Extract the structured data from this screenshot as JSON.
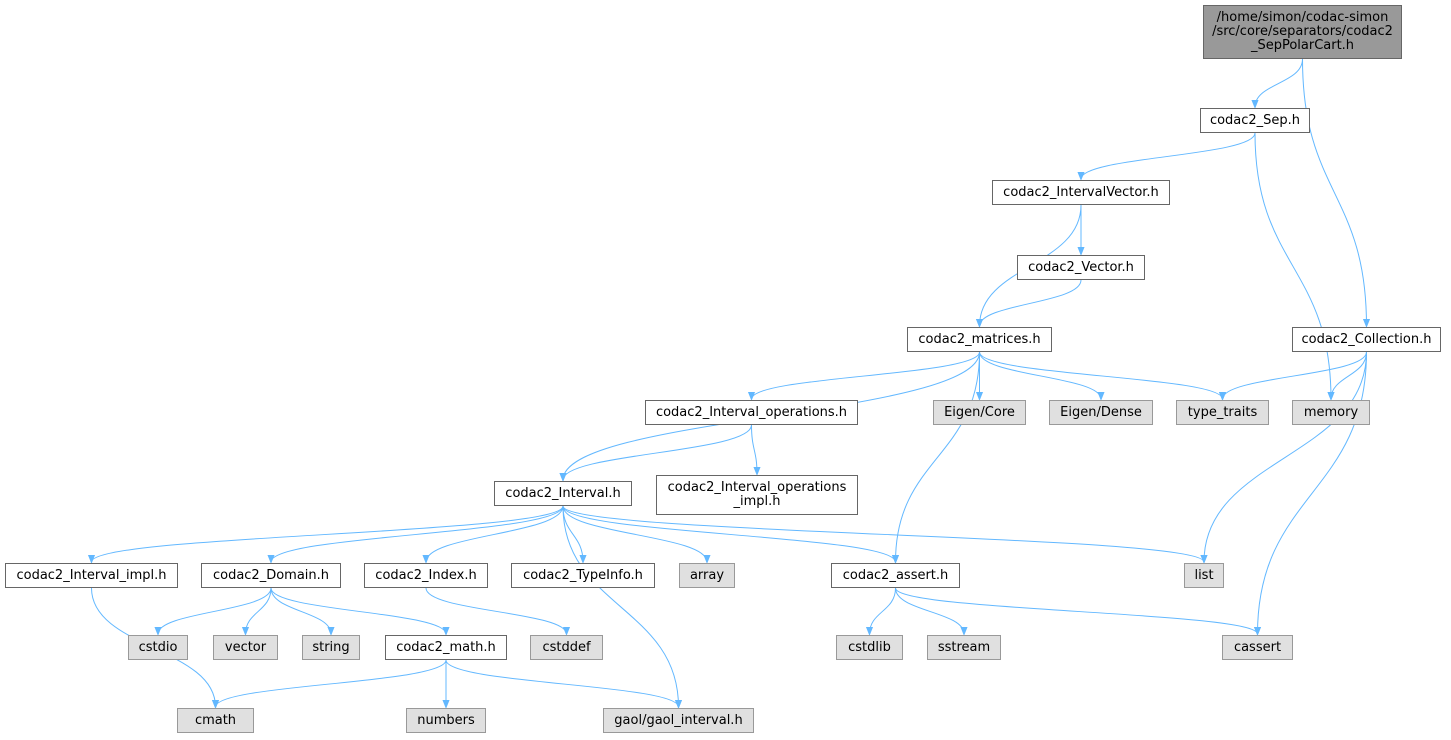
{
  "colors": {
    "edge": "#63b8ff",
    "node_border": "#666666",
    "system_fill": "#e0e0e0",
    "root_fill": "#999999"
  },
  "nodes": [
    {
      "id": "root",
      "kind": "root",
      "lines": [
        "/home/simon/codac-simon",
        "/src/core/separators/codac2",
        "_SepPolarCart.h"
      ]
    },
    {
      "id": "sep",
      "kind": "file",
      "lines": [
        "codac2_Sep.h"
      ]
    },
    {
      "id": "ivec",
      "kind": "file",
      "lines": [
        "codac2_IntervalVector.h"
      ]
    },
    {
      "id": "vec",
      "kind": "file",
      "lines": [
        "codac2_Vector.h"
      ]
    },
    {
      "id": "mat",
      "kind": "file",
      "lines": [
        "codac2_matrices.h"
      ]
    },
    {
      "id": "coll",
      "kind": "file",
      "lines": [
        "codac2_Collection.h"
      ]
    },
    {
      "id": "iops",
      "kind": "file",
      "lines": [
        "codac2_Interval_operations.h"
      ]
    },
    {
      "id": "eigcore",
      "kind": "system",
      "lines": [
        "Eigen/Core"
      ]
    },
    {
      "id": "eigdense",
      "kind": "system",
      "lines": [
        "Eigen/Dense"
      ]
    },
    {
      "id": "tt",
      "kind": "system",
      "lines": [
        "type_traits"
      ]
    },
    {
      "id": "memory",
      "kind": "system",
      "lines": [
        "memory"
      ]
    },
    {
      "id": "interval",
      "kind": "file",
      "lines": [
        "codac2_Interval.h"
      ]
    },
    {
      "id": "iopsimpl",
      "kind": "file",
      "lines": [
        "codac2_Interval_operations",
        "_impl.h"
      ]
    },
    {
      "id": "iimpl",
      "kind": "file",
      "lines": [
        "codac2_Interval_impl.h"
      ]
    },
    {
      "id": "domain",
      "kind": "file",
      "lines": [
        "codac2_Domain.h"
      ]
    },
    {
      "id": "index",
      "kind": "file",
      "lines": [
        "codac2_Index.h"
      ]
    },
    {
      "id": "typeinfo",
      "kind": "file",
      "lines": [
        "codac2_TypeInfo.h"
      ]
    },
    {
      "id": "array",
      "kind": "system",
      "lines": [
        "array"
      ]
    },
    {
      "id": "assert",
      "kind": "file",
      "lines": [
        "codac2_assert.h"
      ]
    },
    {
      "id": "list",
      "kind": "system",
      "lines": [
        "list"
      ]
    },
    {
      "id": "cstdio",
      "kind": "system",
      "lines": [
        "cstdio"
      ]
    },
    {
      "id": "vector",
      "kind": "system",
      "lines": [
        "vector"
      ]
    },
    {
      "id": "string",
      "kind": "system",
      "lines": [
        "string"
      ]
    },
    {
      "id": "math",
      "kind": "file",
      "lines": [
        "codac2_math.h"
      ]
    },
    {
      "id": "cstddef",
      "kind": "system",
      "lines": [
        "cstddef"
      ]
    },
    {
      "id": "cstdlib",
      "kind": "system",
      "lines": [
        "cstdlib"
      ]
    },
    {
      "id": "sstream",
      "kind": "system",
      "lines": [
        "sstream"
      ]
    },
    {
      "id": "cassert",
      "kind": "system",
      "lines": [
        "cassert"
      ]
    },
    {
      "id": "cmath",
      "kind": "system",
      "lines": [
        "cmath"
      ]
    },
    {
      "id": "numbers",
      "kind": "system",
      "lines": [
        "numbers"
      ]
    },
    {
      "id": "gaol",
      "kind": "system",
      "lines": [
        "gaol/gaol_interval.h"
      ]
    }
  ],
  "edges": [
    [
      "root",
      "sep"
    ],
    [
      "root",
      "coll"
    ],
    [
      "sep",
      "ivec"
    ],
    [
      "sep",
      "memory"
    ],
    [
      "ivec",
      "mat"
    ],
    [
      "ivec",
      "vec"
    ],
    [
      "vec",
      "mat"
    ],
    [
      "mat",
      "interval"
    ],
    [
      "mat",
      "iops"
    ],
    [
      "mat",
      "assert"
    ],
    [
      "mat",
      "eigcore"
    ],
    [
      "mat",
      "eigdense"
    ],
    [
      "mat",
      "tt"
    ],
    [
      "coll",
      "tt"
    ],
    [
      "coll",
      "memory"
    ],
    [
      "coll",
      "list"
    ],
    [
      "coll",
      "cassert"
    ],
    [
      "iops",
      "interval"
    ],
    [
      "iops",
      "iopsimpl"
    ],
    [
      "interval",
      "iimpl"
    ],
    [
      "interval",
      "domain"
    ],
    [
      "interval",
      "index"
    ],
    [
      "interval",
      "typeinfo"
    ],
    [
      "interval",
      "array"
    ],
    [
      "interval",
      "gaol"
    ],
    [
      "interval",
      "assert"
    ],
    [
      "interval",
      "list"
    ],
    [
      "iimpl",
      "cmath"
    ],
    [
      "domain",
      "cstdio"
    ],
    [
      "domain",
      "vector"
    ],
    [
      "domain",
      "string"
    ],
    [
      "domain",
      "math"
    ],
    [
      "index",
      "cstddef"
    ],
    [
      "math",
      "cmath"
    ],
    [
      "math",
      "numbers"
    ],
    [
      "math",
      "gaol"
    ],
    [
      "assert",
      "cstdlib"
    ],
    [
      "assert",
      "sstream"
    ],
    [
      "assert",
      "cassert"
    ]
  ]
}
